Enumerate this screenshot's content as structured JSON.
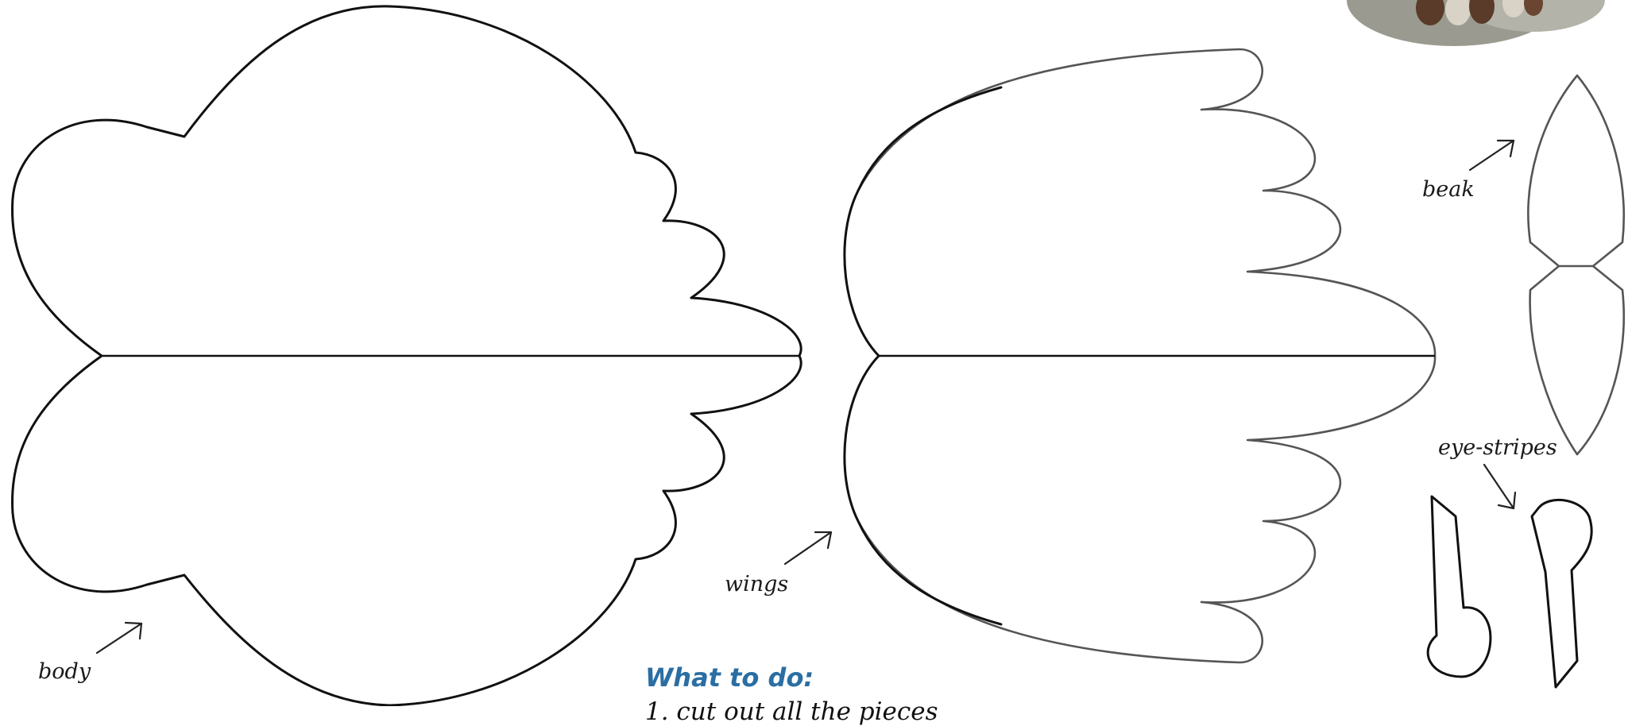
{
  "labels": {
    "body": "body",
    "wings": "wings",
    "beak": "beak",
    "eye_stripes": "eye-stripes"
  },
  "instructions": {
    "title": "What to do:",
    "step_1": "1. cut out all the pieces"
  },
  "colors": {
    "outline": "#111111",
    "title_blue": "#2a6ea3",
    "photo_grey": "#9a9a90",
    "photo_brown": "#5a3a28"
  }
}
